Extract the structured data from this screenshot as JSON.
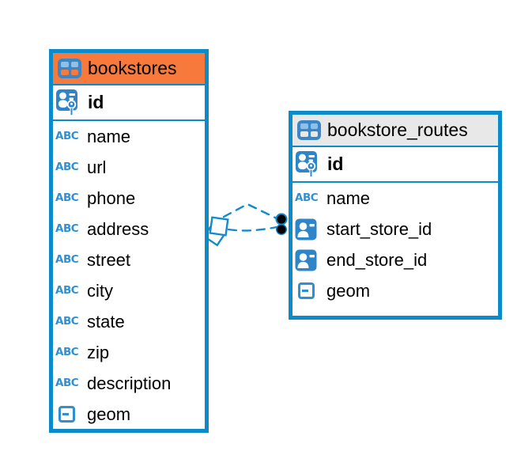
{
  "diagram": {
    "type": "er-diagram",
    "tables": [
      {
        "name": "bookstores",
        "header_color": "#F7793B",
        "columns": [
          {
            "name": "id",
            "role": "primary-key"
          },
          {
            "name": "name",
            "role": "text"
          },
          {
            "name": "url",
            "role": "text"
          },
          {
            "name": "phone",
            "role": "text"
          },
          {
            "name": "address",
            "role": "text"
          },
          {
            "name": "street",
            "role": "text"
          },
          {
            "name": "city",
            "role": "text"
          },
          {
            "name": "state",
            "role": "text"
          },
          {
            "name": "zip",
            "role": "text"
          },
          {
            "name": "description",
            "role": "text"
          },
          {
            "name": "geom",
            "role": "geometry"
          }
        ]
      },
      {
        "name": "bookstore_routes",
        "header_color": "#E9E8E8",
        "columns": [
          {
            "name": "id",
            "role": "primary-key"
          },
          {
            "name": "name",
            "role": "text"
          },
          {
            "name": "start_store_id",
            "role": "reference"
          },
          {
            "name": "end_store_id",
            "role": "reference"
          },
          {
            "name": "geom",
            "role": "geometry"
          }
        ]
      }
    ],
    "relationships": [
      {
        "from_table": "bookstores",
        "to_table": "bookstore_routes",
        "style": "dashed"
      },
      {
        "from_table": "bookstores",
        "to_table": "bookstore_routes",
        "style": "dashed"
      }
    ],
    "colors": {
      "table_border": "#0C8BCB",
      "relationship_line": "#1489CC",
      "icon_blue": "#2E86C8",
      "bookstores_header": "#F7793B",
      "bookstore_routes_header": "#E9E8E8"
    },
    "icon_labels": {
      "text_type": "ABC"
    }
  }
}
